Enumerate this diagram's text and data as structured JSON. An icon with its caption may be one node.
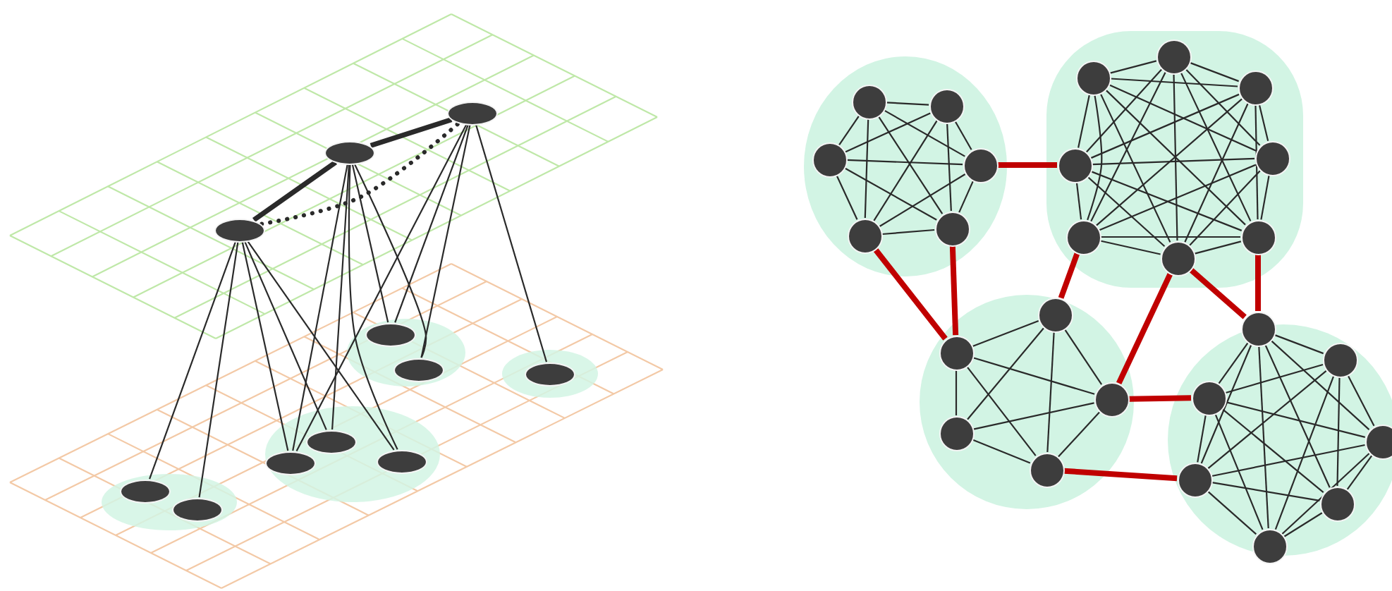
{
  "diagram": {
    "nodes": [
      {
        "text": [],
        "shape": "ellipse"
      },
      {
        "text": [],
        "shape": "ellipse"
      },
      {
        "text": [],
        "shape": "ellipse"
      },
      {
        "text": [],
        "shape": "ellipse"
      },
      {
        "text": [],
        "shape": "ellipse"
      },
      {
        "text": [],
        "shape": "ellipse"
      },
      {
        "text": [],
        "shape": "ellipse"
      },
      {
        "text": [],
        "shape": "ellipse"
      },
      {
        "text": [],
        "shape": "ellipse"
      },
      {
        "text": [],
        "shape": "ellipse"
      },
      {
        "text": [],
        "shape": "ellipse"
      },
      {
        "text": [],
        "shape": "circle"
      },
      {
        "text": [],
        "shape": "circle"
      },
      {
        "text": [],
        "shape": "circle"
      },
      {
        "text": [],
        "shape": "circle"
      },
      {
        "text": [],
        "shape": "circle"
      },
      {
        "text": [],
        "shape": "circle"
      },
      {
        "text": [],
        "shape": "circle"
      },
      {
        "text": [],
        "shape": "circle"
      },
      {
        "text": [],
        "shape": "circle"
      },
      {
        "text": [],
        "shape": "circle"
      },
      {
        "text": [],
        "shape": "circle"
      },
      {
        "text": [],
        "shape": "circle"
      },
      {
        "text": [],
        "shape": "circle"
      },
      {
        "text": [],
        "shape": "circle"
      },
      {
        "text": [],
        "shape": "circle"
      },
      {
        "text": [],
        "shape": "circle"
      },
      {
        "text": [],
        "shape": "circle"
      },
      {
        "text": [],
        "shape": "circle"
      },
      {
        "text": [],
        "shape": "circle"
      },
      {
        "text": [],
        "shape": "circle"
      },
      {
        "text": [],
        "shape": "circle"
      },
      {
        "text": [],
        "shape": "circle"
      },
      {
        "text": [],
        "shape": "circle"
      },
      {
        "text": [],
        "shape": "circle"
      },
      {
        "text": [],
        "shape": "circle"
      },
      {
        "text": [],
        "shape": "circle"
      }
    ],
    "edges": [
      {
        "from": 0,
        "to": 1,
        "arrow": "none",
        "style": "thick"
      },
      {
        "from": 1,
        "to": 2,
        "arrow": "none",
        "style": "thick"
      },
      {
        "from": 0,
        "to": 2,
        "arrow": "none",
        "style": "dashed"
      },
      {
        "from": 0,
        "to": 3,
        "arrow": "none"
      },
      {
        "from": 0,
        "to": 4,
        "arrow": "none"
      },
      {
        "from": 0,
        "to": 5,
        "arrow": "none"
      },
      {
        "from": 0,
        "to": 6,
        "arrow": "none"
      },
      {
        "from": 0,
        "to": 7,
        "arrow": "none"
      },
      {
        "from": 1,
        "to": 5,
        "arrow": "none"
      },
      {
        "from": 1,
        "to": 6,
        "arrow": "none"
      },
      {
        "from": 1,
        "to": 7,
        "arrow": "none"
      },
      {
        "from": 1,
        "to": 8,
        "arrow": "none"
      },
      {
        "from": 1,
        "to": 9,
        "arrow": "none"
      },
      {
        "from": 2,
        "to": 5,
        "arrow": "none"
      },
      {
        "from": 2,
        "to": 8,
        "arrow": "none"
      },
      {
        "from": 2,
        "to": 9,
        "arrow": "none"
      },
      {
        "from": 2,
        "to": 10,
        "arrow": "none"
      },
      {
        "from": 11,
        "to": 12,
        "arrow": "none"
      },
      {
        "from": 11,
        "to": 13,
        "arrow": "none"
      },
      {
        "from": 11,
        "to": 14,
        "arrow": "none"
      },
      {
        "from": 11,
        "to": 15,
        "arrow": "none"
      },
      {
        "from": 11,
        "to": 16,
        "arrow": "none"
      },
      {
        "from": 12,
        "to": 13,
        "arrow": "none"
      },
      {
        "from": 12,
        "to": 14,
        "arrow": "none"
      },
      {
        "from": 12,
        "to": 15,
        "arrow": "none"
      },
      {
        "from": 12,
        "to": 16,
        "arrow": "none"
      },
      {
        "from": 13,
        "to": 14,
        "arrow": "none"
      },
      {
        "from": 13,
        "to": 15,
        "arrow": "none"
      },
      {
        "from": 13,
        "to": 16,
        "arrow": "none"
      },
      {
        "from": 14,
        "to": 15,
        "arrow": "none"
      },
      {
        "from": 14,
        "to": 16,
        "arrow": "none"
      },
      {
        "from": 15,
        "to": 16,
        "arrow": "none"
      },
      {
        "from": 17,
        "to": 18,
        "arrow": "none"
      },
      {
        "from": 17,
        "to": 19,
        "arrow": "none"
      },
      {
        "from": 17,
        "to": 20,
        "arrow": "none"
      },
      {
        "from": 17,
        "to": 21,
        "arrow": "none"
      },
      {
        "from": 17,
        "to": 22,
        "arrow": "none"
      },
      {
        "from": 17,
        "to": 23,
        "arrow": "none"
      },
      {
        "from": 17,
        "to": 24,
        "arrow": "none"
      },
      {
        "from": 18,
        "to": 19,
        "arrow": "none"
      },
      {
        "from": 18,
        "to": 20,
        "arrow": "none"
      },
      {
        "from": 18,
        "to": 21,
        "arrow": "none"
      },
      {
        "from": 18,
        "to": 22,
        "arrow": "none"
      },
      {
        "from": 18,
        "to": 23,
        "arrow": "none"
      },
      {
        "from": 18,
        "to": 24,
        "arrow": "none"
      },
      {
        "from": 19,
        "to": 20,
        "arrow": "none"
      },
      {
        "from": 19,
        "to": 21,
        "arrow": "none"
      },
      {
        "from": 19,
        "to": 22,
        "arrow": "none"
      },
      {
        "from": 19,
        "to": 23,
        "arrow": "none"
      },
      {
        "from": 19,
        "to": 24,
        "arrow": "none"
      },
      {
        "from": 20,
        "to": 21,
        "arrow": "none"
      },
      {
        "from": 20,
        "to": 22,
        "arrow": "none"
      },
      {
        "from": 20,
        "to": 23,
        "arrow": "none"
      },
      {
        "from": 20,
        "to": 24,
        "arrow": "none"
      },
      {
        "from": 21,
        "to": 22,
        "arrow": "none"
      },
      {
        "from": 21,
        "to": 23,
        "arrow": "none"
      },
      {
        "from": 21,
        "to": 24,
        "arrow": "none"
      },
      {
        "from": 22,
        "to": 23,
        "arrow": "none"
      },
      {
        "from": 22,
        "to": 24,
        "arrow": "none"
      },
      {
        "from": 23,
        "to": 24,
        "arrow": "none"
      },
      {
        "from": 25,
        "to": 26,
        "arrow": "none"
      },
      {
        "from": 25,
        "to": 27,
        "arrow": "none"
      },
      {
        "from": 25,
        "to": 28,
        "arrow": "none"
      },
      {
        "from": 25,
        "to": 29,
        "arrow": "none"
      },
      {
        "from": 26,
        "to": 27,
        "arrow": "none"
      },
      {
        "from": 26,
        "to": 28,
        "arrow": "none"
      },
      {
        "from": 26,
        "to": 29,
        "arrow": "none"
      },
      {
        "from": 27,
        "to": 28,
        "arrow": "none"
      },
      {
        "from": 27,
        "to": 29,
        "arrow": "none"
      },
      {
        "from": 28,
        "to": 29,
        "arrow": "none"
      },
      {
        "from": 30,
        "to": 31,
        "arrow": "none"
      },
      {
        "from": 30,
        "to": 32,
        "arrow": "none"
      },
      {
        "from": 30,
        "to": 33,
        "arrow": "none"
      },
      {
        "from": 30,
        "to": 34,
        "arrow": "none"
      },
      {
        "from": 30,
        "to": 35,
        "arrow": "none"
      },
      {
        "from": 30,
        "to": 36,
        "arrow": "none"
      },
      {
        "from": 31,
        "to": 32,
        "arrow": "none"
      },
      {
        "from": 31,
        "to": 33,
        "arrow": "none"
      },
      {
        "from": 31,
        "to": 34,
        "arrow": "none"
      },
      {
        "from": 31,
        "to": 35,
        "arrow": "none"
      },
      {
        "from": 31,
        "to": 36,
        "arrow": "none"
      },
      {
        "from": 32,
        "to": 33,
        "arrow": "none"
      },
      {
        "from": 32,
        "to": 34,
        "arrow": "none"
      },
      {
        "from": 32,
        "to": 35,
        "arrow": "none"
      },
      {
        "from": 32,
        "to": 36,
        "arrow": "none"
      },
      {
        "from": 33,
        "to": 34,
        "arrow": "none"
      },
      {
        "from": 33,
        "to": 35,
        "arrow": "none"
      },
      {
        "from": 33,
        "to": 36,
        "arrow": "none"
      },
      {
        "from": 34,
        "to": 35,
        "arrow": "none"
      },
      {
        "from": 34,
        "to": 36,
        "arrow": "none"
      },
      {
        "from": 35,
        "to": 36,
        "arrow": "none"
      },
      {
        "from": 14,
        "to": 21,
        "arrow": "none",
        "style": "thick",
        "color": "#c00000"
      },
      {
        "from": 15,
        "to": 25,
        "arrow": "none",
        "style": "thick",
        "color": "#c00000"
      },
      {
        "from": 16,
        "to": 25,
        "arrow": "none",
        "style": "thick",
        "color": "#c00000"
      },
      {
        "from": 22,
        "to": 26,
        "arrow": "none",
        "style": "thick",
        "color": "#c00000"
      },
      {
        "from": 23,
        "to": 29,
        "arrow": "none",
        "style": "thick",
        "color": "#c00000"
      },
      {
        "from": 23,
        "to": 30,
        "arrow": "none",
        "style": "thick",
        "color": "#c00000"
      },
      {
        "from": 24,
        "to": 30,
        "arrow": "none",
        "style": "thick",
        "color": "#c00000"
      },
      {
        "from": 29,
        "to": 32,
        "arrow": "none",
        "style": "thick",
        "color": "#c00000"
      },
      {
        "from": 28,
        "to": 34,
        "arrow": "none",
        "style": "thick",
        "color": "#c00000"
      }
    ]
  }
}
